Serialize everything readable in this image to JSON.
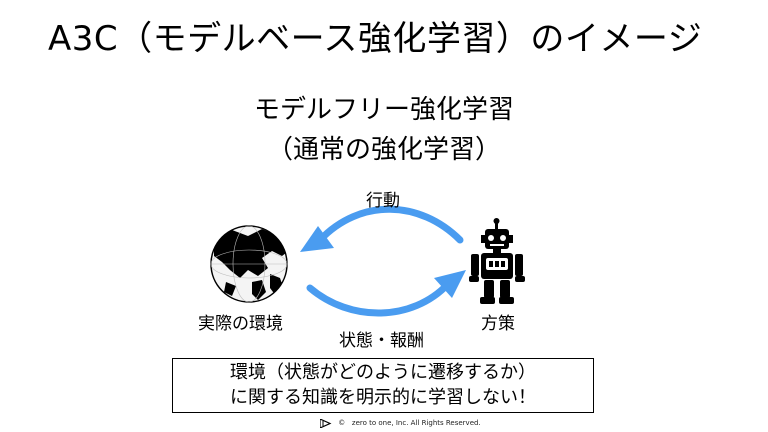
{
  "title": "A3C（モデルベース強化学習）のイメージ",
  "subtitle": {
    "line1": "モデルフリー強化学習",
    "line2": "（通常の強化学習）"
  },
  "diagram": {
    "action_label": "行動",
    "state_reward_label": "状態・報酬",
    "environment_label": "実際の環境",
    "policy_label": "方策",
    "arrow_color": "#4a9cf0",
    "environment_icon": "globe-icon",
    "policy_icon": "robot-icon"
  },
  "note": {
    "line1": "環境（状態がどのように遷移するか）",
    "line2": "に関する知識を明示的に学習しない！"
  },
  "footer": {
    "copyright_symbol": "©",
    "text": "zero to one, Inc. All Rights Reserved."
  }
}
